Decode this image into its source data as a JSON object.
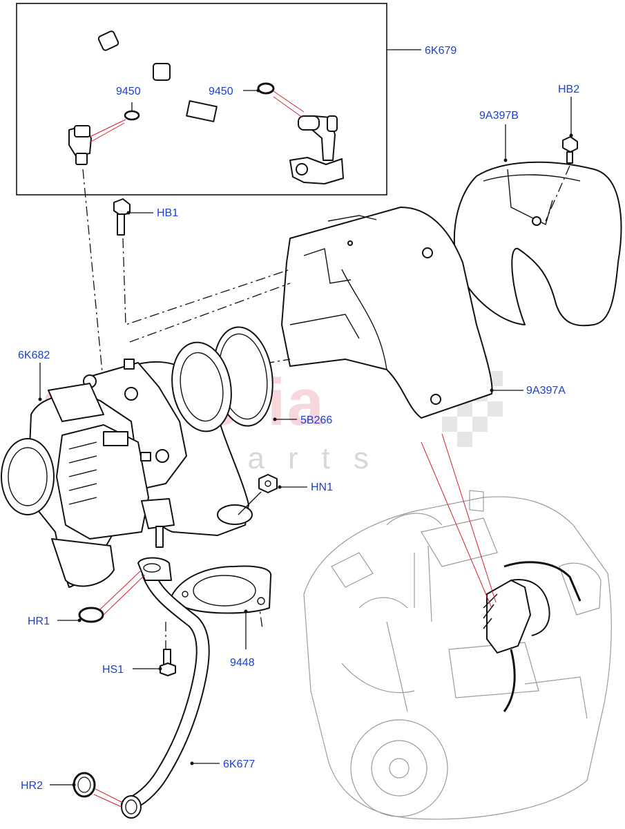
{
  "watermark": {
    "brand": "scuderia",
    "sub": "parts"
  },
  "callouts": {
    "pipe_assembly": "6K679",
    "o_ring_left": "9450",
    "o_ring_right": "9450",
    "heat_shield_upper_bolt": "HB2",
    "heat_shield_upper": "9A397B",
    "heat_shield_bolt": "HB1",
    "turbocharger": "6K682",
    "heat_shield_main": "9A397A",
    "gasket_outlet": "5B266",
    "nut": "HN1",
    "return_o_ring_upper": "HR1",
    "gasket_flange": "9448",
    "return_bolt": "HS1",
    "oil_return_pipe": "6K677",
    "return_o_ring_lower": "HR2"
  },
  "colors": {
    "label_blue": "#1a3fd6",
    "line_black": "#111111",
    "leader_red": "#d81e2a",
    "watermark_pink": "#f2b8be",
    "engine_grey": "#9a9a9a"
  }
}
